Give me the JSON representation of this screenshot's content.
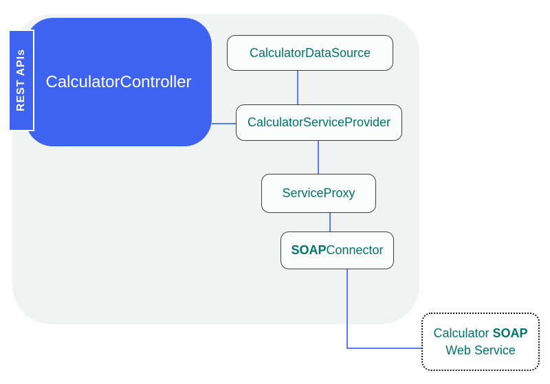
{
  "diagram": {
    "rest_apis_label": "REST APIs",
    "nodes": {
      "controller": {
        "label": "CalculatorController"
      },
      "data_source": {
        "label": "CalculatorDataSource"
      },
      "service_provider": {
        "label": "CalculatorServiceProvider"
      },
      "service_proxy": {
        "label": "ServiceProxy"
      },
      "soap_connector": {
        "label_bold": "SOAP",
        "label_regular": "Connector"
      },
      "soap_web_service": {
        "line1_regular": "Calculator ",
        "line1_bold": "SOAP",
        "line2": "Web Service"
      }
    },
    "colors": {
      "primary_blue": "#3E63F0",
      "connector_blue": "#577AF0",
      "teal_text": "#00736C",
      "container_gray": "#F1F2F2",
      "node_fill": "#FBFCFC",
      "node_border": "#3C3C3C"
    }
  }
}
